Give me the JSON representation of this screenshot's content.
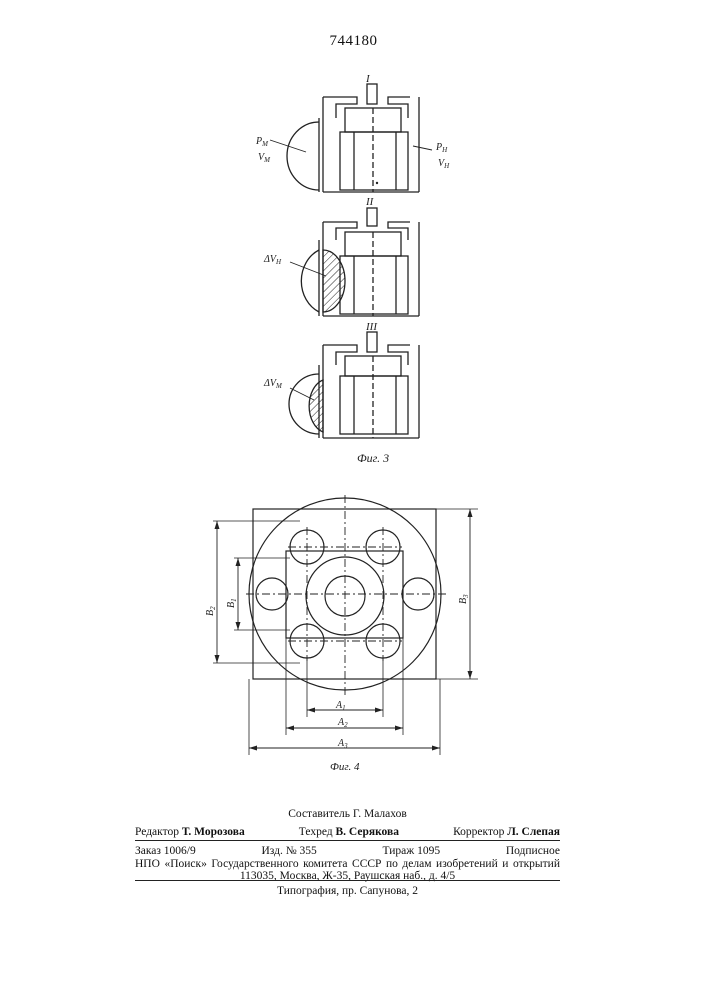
{
  "patent_number": "744180",
  "figure3": {
    "stage_labels": [
      "I",
      "II",
      "III"
    ],
    "stage1_left_label_top": "P",
    "stage1_left_label_top_sub": "M",
    "stage1_left_label_bottom": "V",
    "stage1_left_label_bottom_sub": "M",
    "stage1_right_label_top": "P",
    "stage1_right_label_top_sub": "H",
    "stage1_right_label_bottom": "V",
    "stage1_right_label_bottom_sub": "H",
    "stage2_label": "ΔV",
    "stage2_label_sub": "H",
    "stage3_label": "ΔV",
    "stage3_label_sub": "M",
    "caption": "Фиг. 3"
  },
  "figure4": {
    "dim_a1": "A",
    "dim_a1_sub": "1",
    "dim_a2": "A",
    "dim_a2_sub": "2",
    "dim_a3": "A",
    "dim_a3_sub": "3",
    "dim_b1": "B",
    "dim_b1_sub": "1",
    "dim_b2": "B",
    "dim_b2_sub": "2",
    "dim_b3": "B",
    "dim_b3_sub": "3",
    "caption": "Фиг. 4"
  },
  "imprint": {
    "composer": "Составитель Г. Малахов",
    "editor_label": "Редактор",
    "editor_name": "Т. Морозова",
    "techred_label": "Техред",
    "techred_name": "В. Серякова",
    "corrector_label": "Корректор",
    "corrector_name": "Л. Слепая",
    "order": "Заказ 1006/9",
    "edition": "Изд. № 355",
    "circulation": "Тираж 1095",
    "subscription": "Подписное",
    "npo": "НПО «Поиск» Государственного комитета СССР по делам изобретений и открытий",
    "address": "113035, Москва, Ж-35, Раушская наб., д. 4/5",
    "printer": "Типография, пр. Сапунова, 2"
  }
}
